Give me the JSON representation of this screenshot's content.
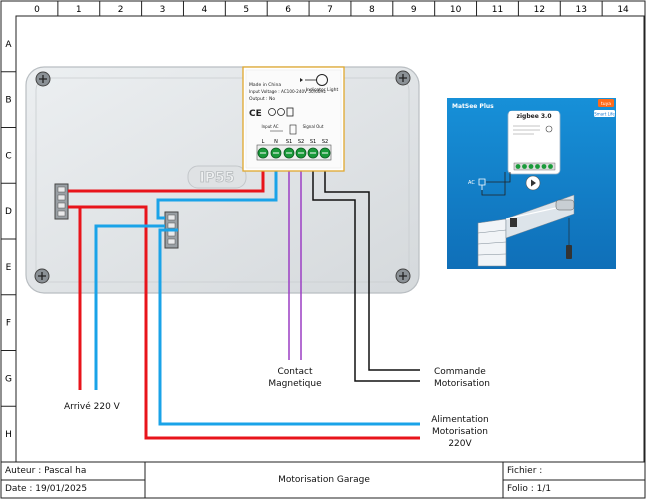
{
  "grid": {
    "columns": [
      "0",
      "1",
      "2",
      "3",
      "4",
      "5",
      "6",
      "7",
      "8",
      "9",
      "10",
      "11",
      "12",
      "13",
      "14"
    ],
    "rows": [
      "A",
      "B",
      "C",
      "D",
      "E",
      "F",
      "G",
      "H"
    ]
  },
  "device_label": {
    "made_in": "Made in China",
    "input_voltage": "Input Voltage : AC100-240V 50/60Hz",
    "output": "Output : No",
    "indicator": "Indicator Light",
    "input_ac": "Input AC",
    "signal": "Signal Out",
    "terminals": [
      "L",
      "N",
      "S1",
      "S2",
      "S1",
      "S2"
    ]
  },
  "enclosure_mark": "IP55",
  "product_image": {
    "brand": "MatSee Plus",
    "zigbee": "zigbee 3.0",
    "tuya": "tuya",
    "smart_life": "Smart Life",
    "ac_label": "AC"
  },
  "labels": {
    "contact": [
      "Contact",
      "Magnetique"
    ],
    "commande": [
      "Commande",
      "Motorisation"
    ],
    "arrive": "Arrivé 220 V",
    "alimentation": [
      "Alimentation",
      "Motorisation",
      "220V"
    ]
  },
  "title_block": {
    "author": "Auteur : Pascal ha",
    "date": "Date : 19/01/2025",
    "title": "Motorisation Garage",
    "file": "Fichier :",
    "folio": "Folio : 1/1"
  },
  "colors": {
    "phase": "#e8141b",
    "neutral": "#1aa3e8",
    "contact": "#9b3fc4",
    "command": "#111111",
    "terminal_green": "#1a9a3a"
  }
}
